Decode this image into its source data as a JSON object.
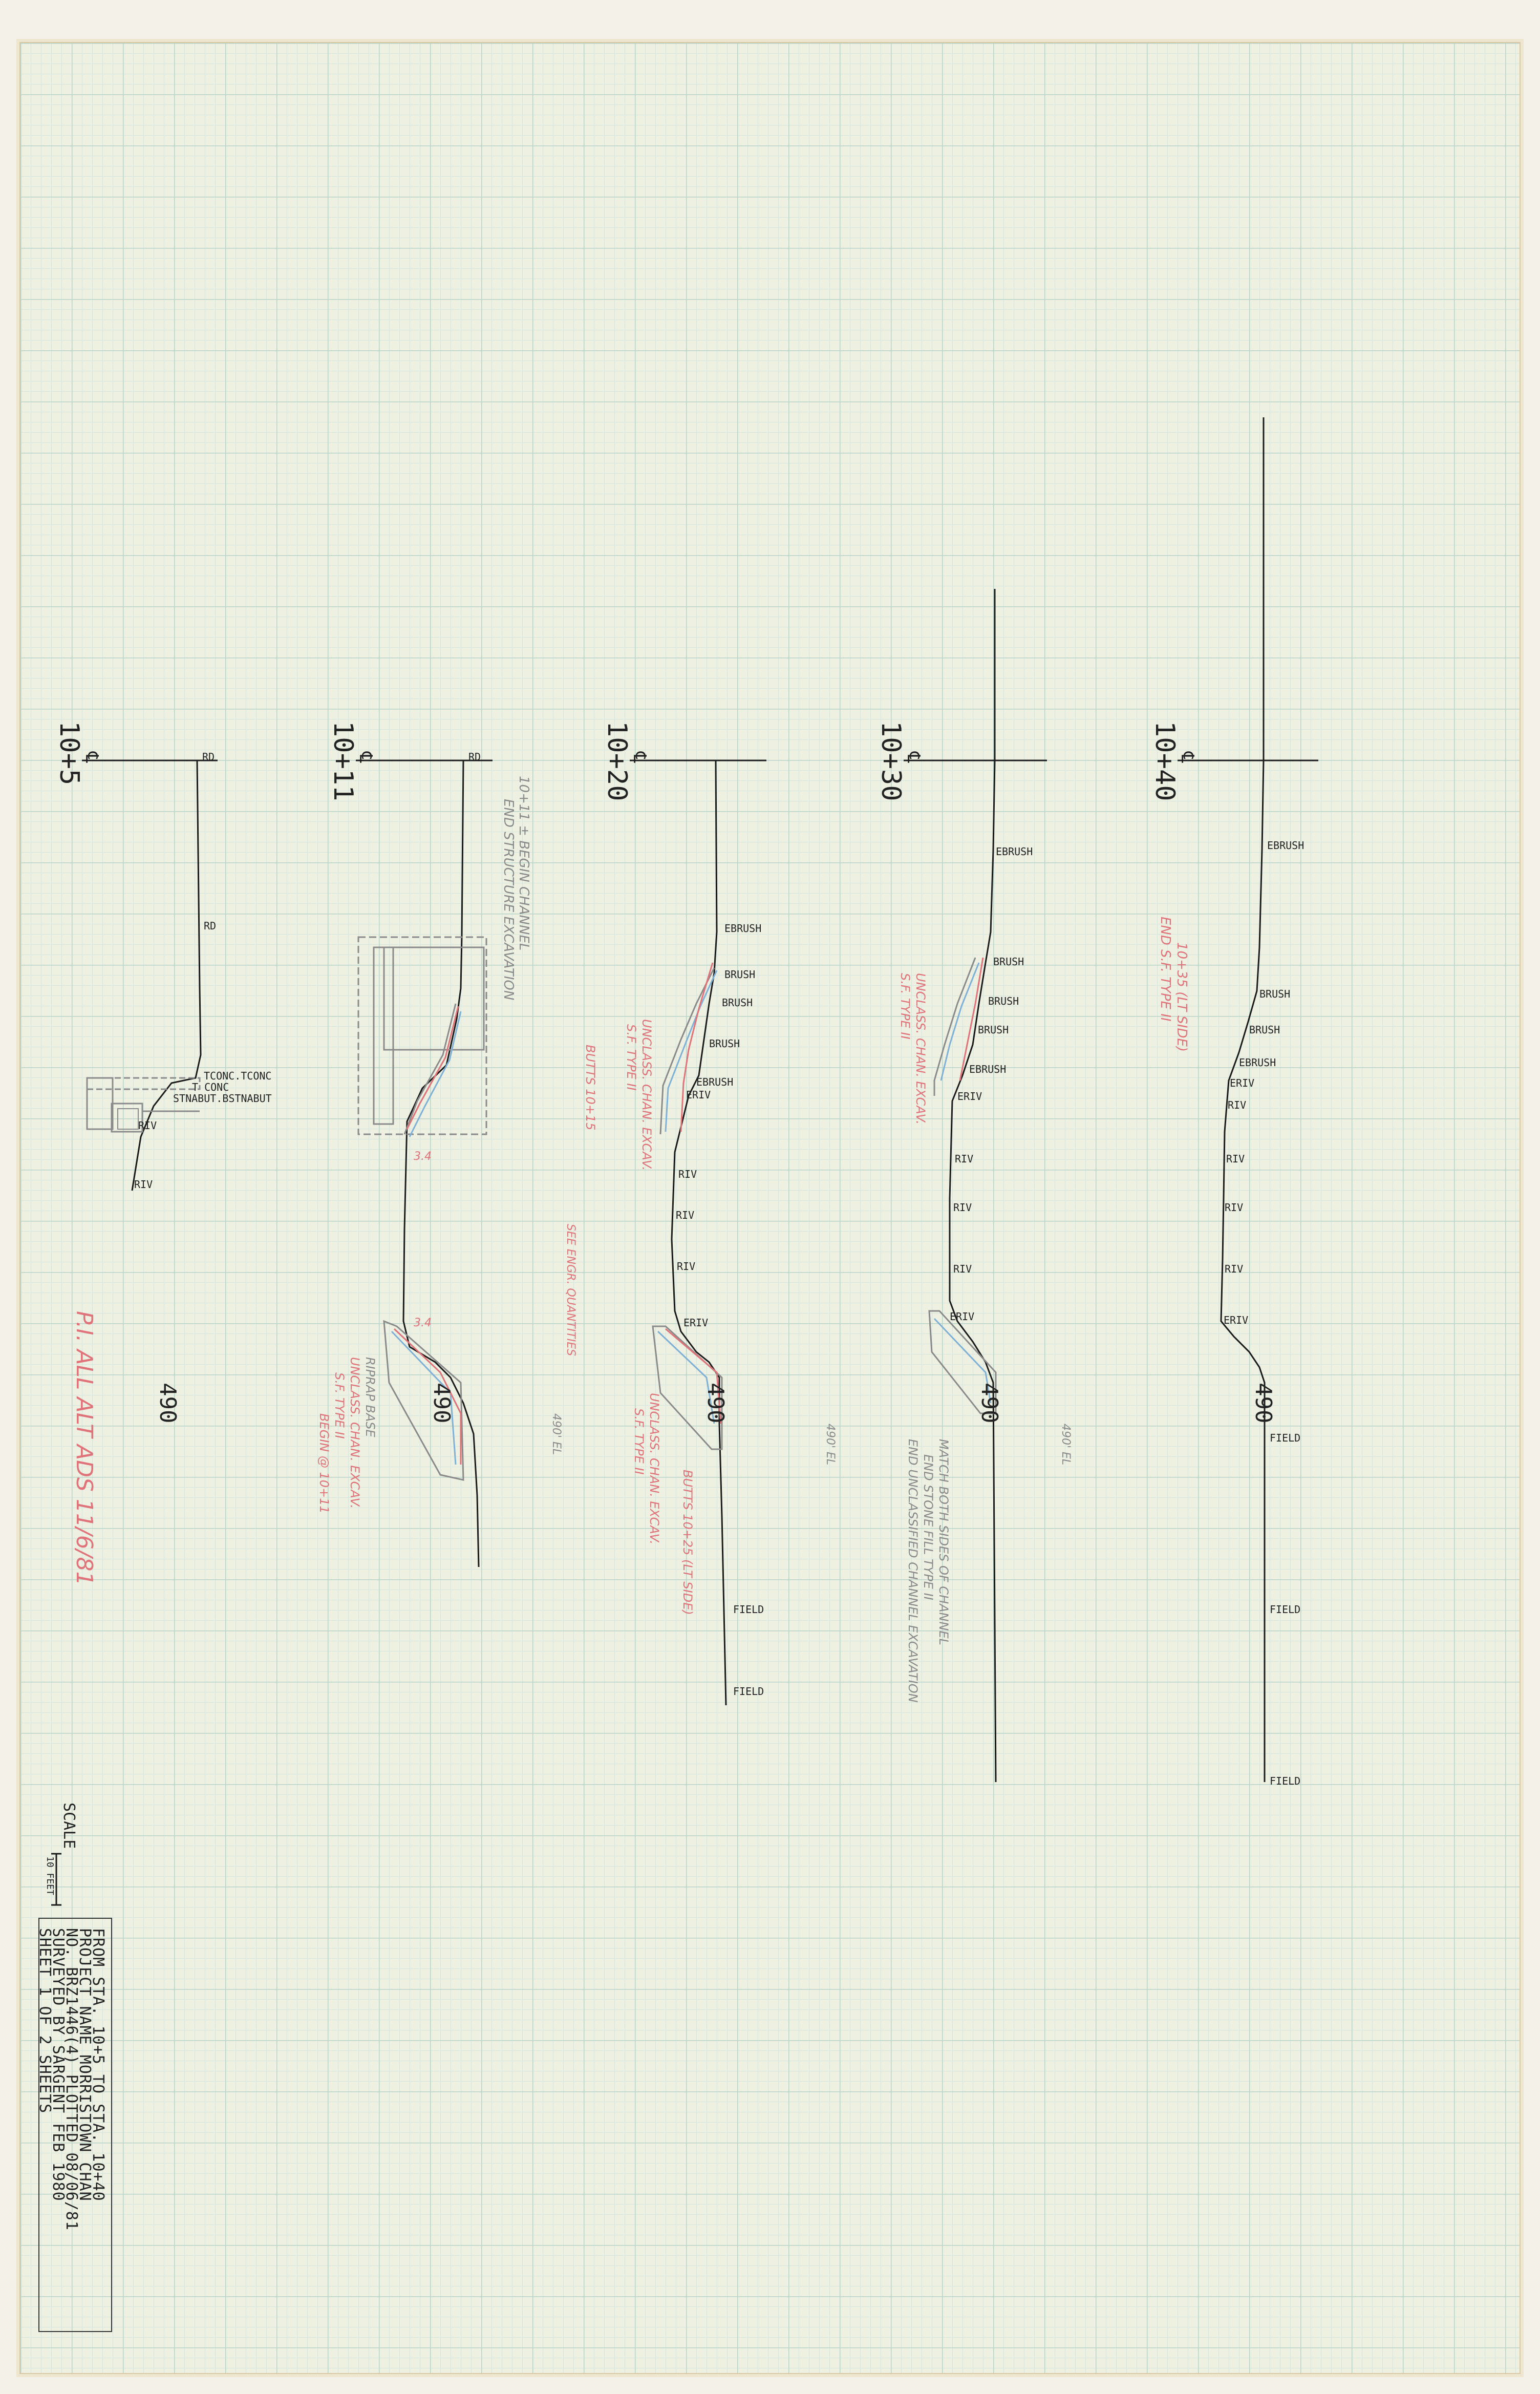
{
  "sections": [
    {
      "station": "10+5",
      "labels": [
        "RD",
        "RD",
        "TCONC.TCONC",
        "T CONC",
        "STNABUT.BSTNABUT",
        "RIV",
        "RIV"
      ],
      "elevation": "490"
    },
    {
      "station": "10+11",
      "labels": [
        "RD"
      ],
      "elevation": "490",
      "notes": [
        "10+11 ± BEGIN CHANNEL",
        "END STRUCTURE EXCAVATION",
        "3.4",
        "3.4",
        "RIPRAP BASE",
        "UNCLASS. CHAN. EXCAV.",
        "S.F. TYPE II",
        "BEGIN @ 10+11",
        "490' EL"
      ]
    },
    {
      "station": "10+20",
      "labels": [
        "EBRUSH",
        "BRUSH",
        "BRUSH",
        "BRUSH",
        "EBRUSH",
        "ERIV",
        "RIV",
        "RIV",
        "RIV",
        "ERIV",
        "FIELD",
        "FIELD"
      ],
      "elevation": "490",
      "notes": [
        "UNCLASS. CHAN. EXCAV.",
        "S.F. TYPE II",
        "BUTTS 10+15",
        "SEE ENGR. QUANTITIES",
        "BUTTS 10+25 (LT SIDE)",
        "UNCLASS. CHAN. EXCAV.",
        "S.F. TYPE II",
        "490' EL"
      ]
    },
    {
      "station": "10+30",
      "labels": [
        "EBRUSH",
        "BRUSH",
        "BRUSH",
        "BRUSH",
        "EBRUSH",
        "ERIV",
        "RIV",
        "RIV",
        "RIV",
        "ERIV"
      ],
      "elevation": "490",
      "notes": [
        "UNCLASS. CHAN. EXCAV.",
        "S.F. TYPE II",
        "MATCH BOTH SIDES OF CHANNEL",
        "END STONE FILL TYPE II",
        "END UNCLASSIFIED CHANNEL EXCAVATION",
        "490' EL"
      ]
    },
    {
      "station": "10+40",
      "labels": [
        "EBRUSH",
        "BRUSH",
        "BRUSH",
        "EBRUSH",
        "ERIV",
        "RIV",
        "RIV",
        "RIV",
        "RIV",
        "ERIV",
        "FIELD",
        "FIELD",
        "FIELD"
      ],
      "elevation": "490",
      "notes": [
        "10+35 (LT SIDE)",
        "END S.F. TYPE II"
      ]
    }
  ],
  "side_note": "P.I. ALL ALT ADS 11/6/81",
  "scale": {
    "label": "SCALE",
    "bar_text": "10 FEET"
  },
  "title_block": {
    "line1": "FROM STA.  10+5      TO STA.  10+40",
    "line2": "PROJECT NAME   MORRISTOWN  CHAN",
    "line3": "NO.  BRZ1446(4)       PLOTTED 08/06/81",
    "line4": "SURVEYED BY   SARGENT        FEB 1980",
    "line5": "SHEET  1   OF  2   SHEETS"
  },
  "colors": {
    "ink": "#1a1a1a",
    "red": "#e0737a",
    "blue": "#7fb0d6",
    "pencil": "#8a8a8a"
  }
}
